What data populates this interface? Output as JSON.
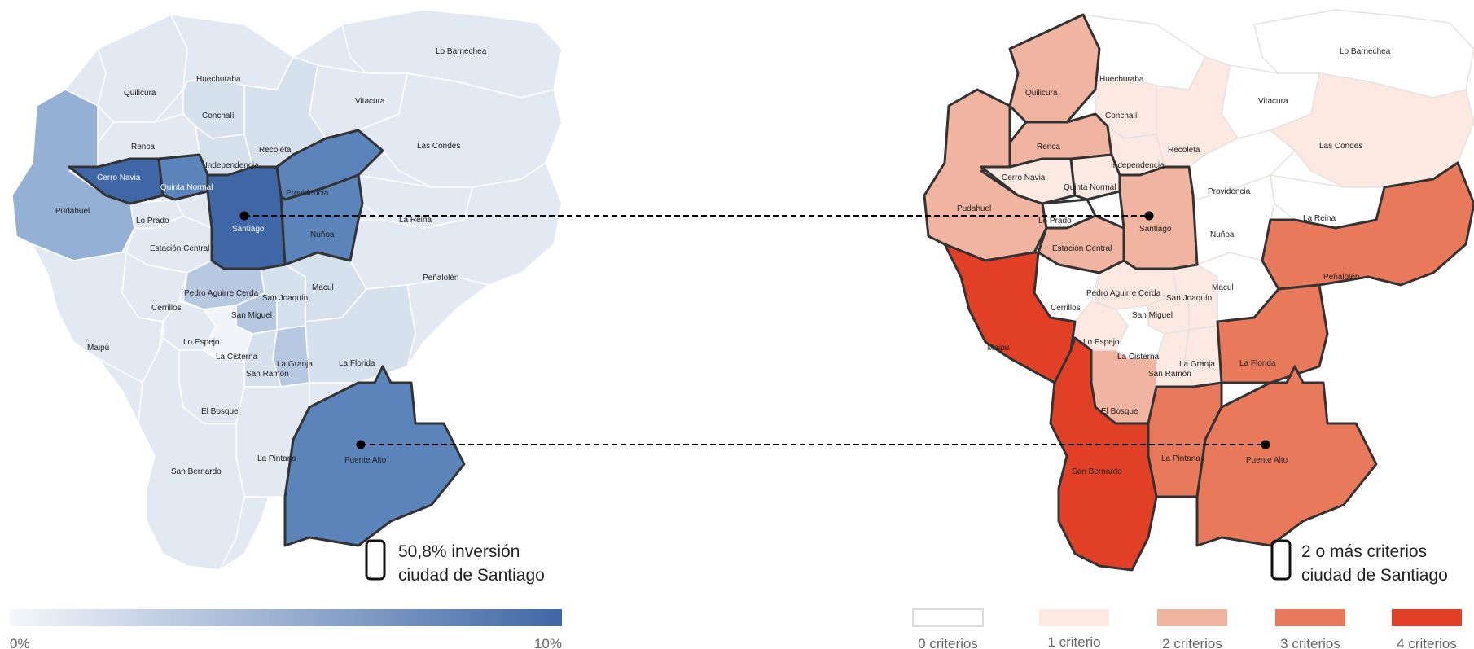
{
  "colors": {
    "blue_scale": [
      "#e2e9f3",
      "#d6e1ee",
      "#b6c9e1",
      "#94b0d4",
      "#5b84bb",
      "#3f67a6"
    ],
    "red_scale": [
      "#ffffff",
      "#fbe9e2",
      "#f1b4a0",
      "#e87a5b",
      "#e23f27"
    ],
    "outline": "#333333",
    "connector": "#000000"
  },
  "left_map": {
    "legend": {
      "min_label": "0%",
      "max_label": "10%",
      "gradient_from": "#f4f7fb",
      "gradient_to": "#3f67a6"
    },
    "note": {
      "line1": "50,8% inversión",
      "line2": "ciudad de Santiago"
    },
    "labels": {
      "lo_barnechea": "Lo Barnechea",
      "quilicura": "Quilicura",
      "huechuraba": "Huechuraba",
      "conchali": "Conchalí",
      "vitacura": "Vitacura",
      "renca": "Renca",
      "recoleta": "Recoleta",
      "las_condes": "Las Condes",
      "independencia": "Independencia",
      "cerro_navia": "Cerro Navia",
      "quinta_normal": "Quinta Normal",
      "providencia": "Providencia",
      "pudahuel": "Pudahuel",
      "lo_prado": "Lo Prado",
      "santiago": "Santiago",
      "nunoa": "Ñuñoa",
      "la_reina": "La Reina",
      "estacion_central": "Estación Central",
      "penalolen": "Peñalolén",
      "macul": "Macul",
      "pedro_aguirre_cerda": "Pedro Aguirre Cerda",
      "san_joaquin": "San Joaquín",
      "cerrillos": "Cerrillos",
      "san_miguel": "San Miguel",
      "maipu": "Maipú",
      "lo_espejo": "Lo Espejo",
      "la_cisterna": "La Cisterna",
      "la_granja": "La Granja",
      "la_florida": "La Florida",
      "san_ramon": "San Ramón",
      "el_bosque": "El Bosque",
      "puente_alto": "Puente Alto",
      "la_pintana": "La Pintana",
      "san_bernardo": "San Bernardo"
    }
  },
  "right_map": {
    "legend": [
      {
        "label": "0 criterios",
        "color": "#ffffff"
      },
      {
        "label": "1 criterio",
        "color": "#fbe9e2"
      },
      {
        "label": "2 criterios",
        "color": "#f1b4a0"
      },
      {
        "label": "3 criterios",
        "color": "#e87a5b"
      },
      {
        "label": "4 criterios",
        "color": "#e23f27"
      }
    ],
    "note": {
      "line1": "2 o más criterios",
      "line2": "ciudad de Santiago"
    },
    "labels": {
      "lo_barnechea": "Lo Barnechea",
      "quilicura": "Quilicura",
      "huechuraba": "Huechuraba",
      "conchali": "Conchalí",
      "vitacura": "Vitacura",
      "renca": "Renca",
      "recoleta": "Recoleta",
      "las_condes": "Las Condes",
      "independencia": "Independencia",
      "cerro_navia": "Cerro Navia",
      "quinta_normal": "Quinta Normal",
      "providencia": "Providencia",
      "pudahuel": "Pudahuel",
      "lo_prado": "Lo Prado",
      "santiago": "Santiago",
      "nunoa": "Ñuñoa",
      "la_reina": "La Reina",
      "estacion_central": "Estación Central",
      "penalolen": "Peñalolén",
      "macul": "Macul",
      "pedro_aguirre_cerda": "Pedro Aguirre Cerda",
      "san_joaquin": "San Joaquín",
      "cerrillos": "Cerrillos",
      "san_miguel": "San Miguel",
      "maipu": "Maipú",
      "lo_espejo": "Lo Espejo",
      "la_cisterna": "La Cisterna",
      "la_granja": "La Granja",
      "la_florida": "La Florida",
      "san_ramon": "San Ramón",
      "el_bosque": "El Bosque",
      "puente_alto": "Puente Alto",
      "la_pintana": "La Pintana",
      "san_bernardo": "San Bernardo"
    }
  }
}
